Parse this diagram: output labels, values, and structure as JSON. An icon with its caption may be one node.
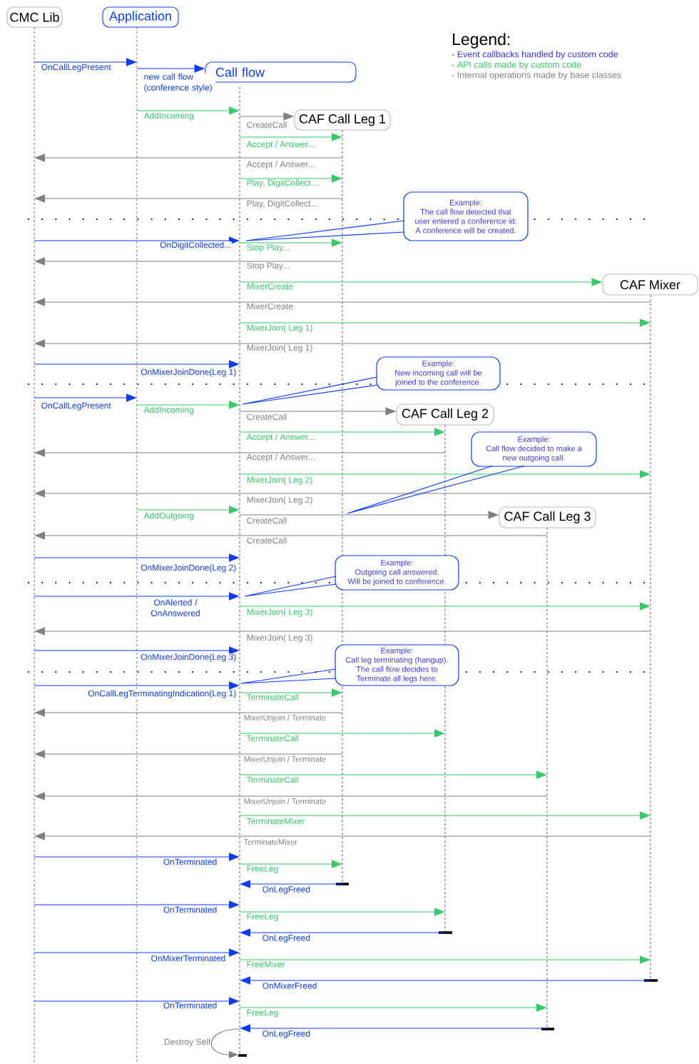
{
  "diagram": {
    "nodes": [
      {
        "text": [
          "CMC Lib"
        ]
      },
      {
        "text": [
          "Application"
        ]
      },
      {
        "text": [],
        "shape": "line"
      },
      {
        "text": [],
        "shape": "line"
      },
      {
        "text": [
          "Call flow"
        ]
      },
      {
        "text": [],
        "shape": "line"
      },
      {
        "text": [
          "CAF Call Leg 1"
        ]
      },
      {
        "text": [],
        "shape": "line"
      },
      {
        "text": [
          "Example:",
          "The call flow detected that user entered a conference id: A conference will be created."
        ]
      },
      {
        "text": [
          "CAF Mixer"
        ]
      },
      {
        "text": [],
        "shape": "line"
      },
      {
        "text": [
          "Example:",
          "New incoming call will be joined to the conference."
        ]
      },
      {
        "text": [
          "CAF Call Leg 2"
        ]
      },
      {
        "text": [],
        "shape": "line"
      },
      {
        "text": [
          "Example:",
          "Call flow decided to make a new outgoing call."
        ]
      },
      {
        "text": [
          "CAF Call Leg 3"
        ]
      },
      {
        "text": [],
        "shape": "line"
      },
      {
        "text": [
          "Example:",
          "Outgoing call answered. Will be joined to conference."
        ]
      },
      {
        "text": [
          "Example:",
          "Call leg terminating (hangup). The call flow decides to Terminate all legs here."
        ]
      }
    ],
    "edges": [
      {
        "from": 2,
        "to": 3,
        "arrow": "to",
        "label": "OnCallLegPresent"
      },
      {
        "from": 3,
        "to": 4,
        "arrow": "to",
        "label": "new call flow (conference style)"
      },
      {
        "from": 3,
        "to": 5,
        "arrow": "to",
        "label": "AddIncoming",
        "color": "#33cc66"
      },
      {
        "from": 5,
        "to": 6,
        "arrow": "to",
        "label": "CreateCall",
        "color": "#808080"
      },
      {
        "from": 5,
        "to": 7,
        "arrow": "to",
        "label": "Accept / Answer...",
        "color": "#33cc66"
      },
      {
        "from": 7,
        "to": 2,
        "arrow": "to",
        "label": "Accept / Answer...",
        "color": "#808080"
      },
      {
        "from": 5,
        "to": 7,
        "arrow": "to",
        "label": "Play, DigitCollect ...",
        "color": "#33cc66"
      },
      {
        "from": 7,
        "to": 2,
        "arrow": "to",
        "label": "Play, DigitCollect...",
        "color": "#808080"
      },
      {
        "from": 2,
        "to": 5,
        "arrow": "to",
        "label": "OnDigitCollected..."
      },
      {
        "from": 5,
        "to": 7,
        "arrow": "to",
        "label": "Stop Play...",
        "color": "#33cc66"
      },
      {
        "from": 7,
        "to": 2,
        "arrow": "to",
        "label": "Stop Play...",
        "color": "#808080"
      },
      {
        "from": 5,
        "to": 9,
        "arrow": "to",
        "label": "MixerCreate",
        "color": "#33cc66"
      },
      {
        "from": 10,
        "to": 2,
        "arrow": "to",
        "label": "MixerCreate",
        "color": "#808080"
      },
      {
        "from": 5,
        "to": 10,
        "arrow": "to",
        "label": "MixerJoin( Leg 1)",
        "color": "#33cc66"
      },
      {
        "from": 10,
        "to": 2,
        "arrow": "to",
        "label": "MixerJoin( Leg 1)",
        "color": "#808080"
      },
      {
        "from": 2,
        "to": 5,
        "arrow": "to",
        "label": "OnMixerJoinDone(Leg 1)"
      },
      {
        "from": 2,
        "to": 3,
        "arrow": "to",
        "label": "OnCallLegPresent"
      },
      {
        "from": 3,
        "to": 5,
        "arrow": "to",
        "label": "AddIncoming",
        "color": "#33cc66"
      },
      {
        "from": 5,
        "to": 12,
        "arrow": "to",
        "label": "CreateCall",
        "color": "#808080"
      },
      {
        "from": 5,
        "to": 13,
        "arrow": "to",
        "label": "Accept / Answer...",
        "color": "#33cc66"
      },
      {
        "from": 13,
        "to": 2,
        "arrow": "to",
        "label": "Accept / Answer...",
        "color": "#808080"
      },
      {
        "from": 5,
        "to": 10,
        "arrow": "to",
        "label": "MixerJoin( Leg 2)",
        "color": "#33cc66"
      },
      {
        "from": 10,
        "to": 2,
        "arrow": "to",
        "label": "MixerJoin( Leg 2)",
        "color": "#808080"
      },
      {
        "from": 3,
        "to": 5,
        "arrow": "to",
        "label": "AddOutgoing",
        "color": "#33cc66"
      },
      {
        "from": 5,
        "to": 15,
        "arrow": "to",
        "label": "CreateCall",
        "color": "#808080"
      },
      {
        "from": 16,
        "to": 2,
        "arrow": "to",
        "label": "CreateCall",
        "color": "#808080"
      },
      {
        "from": 2,
        "to": 5,
        "arrow": "to",
        "label": "OnMixerJoinDone(Leg 2)"
      },
      {
        "from": 2,
        "to": 5,
        "arrow": "to",
        "label": "OnAlerted / OnAnswered"
      },
      {
        "from": 5,
        "to": 10,
        "arrow": "to",
        "label": "MixerJoin( Leg 3)",
        "color": "#33cc66"
      },
      {
        "from": 10,
        "to": 2,
        "arrow": "to",
        "label": "MixerJoin( Leg 3)",
        "color": "#808080"
      },
      {
        "from": 2,
        "to": 5,
        "arrow": "to",
        "label": "OnMixerJoinDone(Leg 3)"
      },
      {
        "from": 2,
        "to": 5,
        "arrow": "to",
        "label": "OnCallLegTerminatingIndication(Leg 1)"
      },
      {
        "from": 5,
        "to": 7,
        "arrow": "to",
        "label": "TerminateCall",
        "color": "#33cc66"
      },
      {
        "from": 7,
        "to": 2,
        "arrow": "to",
        "label": "MixerUnjoin / Terminate",
        "color": "#808080"
      },
      {
        "from": 5,
        "to": 13,
        "arrow": "to",
        "label": "TerminateCall",
        "color": "#33cc66"
      },
      {
        "from": 7,
        "to": 2,
        "arrow": "to",
        "label": "MixerUnjoin / Terminate",
        "color": "#808080"
      },
      {
        "from": 5,
        "to": 16,
        "arrow": "to",
        "label": "TerminateCall",
        "color": "#33cc66"
      },
      {
        "from": 16,
        "to": 2,
        "arrow": "to",
        "label": "MixerUnjoin / Terminate",
        "color": "#808080"
      },
      {
        "from": 5,
        "to": 10,
        "arrow": "to",
        "label": "TerminateMixer",
        "color": "#33cc66"
      },
      {
        "from": 10,
        "to": 2,
        "arrow": "to",
        "label": "TerminateMixer",
        "color": "#808080"
      },
      {
        "from": 2,
        "to": 5,
        "arrow": "to",
        "label": "OnTerminated"
      },
      {
        "from": 5,
        "to": 7,
        "arrow": "to",
        "label": "FreeLeg",
        "color": "#33cc66"
      },
      {
        "from": 7,
        "to": 5,
        "arrow": "to",
        "label": "OnLegFreed"
      },
      {
        "from": 2,
        "to": 5,
        "arrow": "to",
        "label": "OnTerminated"
      },
      {
        "from": 5,
        "to": 13,
        "arrow": "to",
        "label": "FreeLeg",
        "color": "#33cc66"
      },
      {
        "from": 13,
        "to": 5,
        "arrow": "to",
        "label": "OnLegFreed"
      },
      {
        "from": 2,
        "to": 5,
        "arrow": "to",
        "label": "OnMixerTerminated"
      },
      {
        "from": 5,
        "to": 10,
        "arrow": "to",
        "label": "FreeMixer",
        "color": "#33cc66"
      },
      {
        "from": 10,
        "to": 5,
        "arrow": "to",
        "label": "OnMixerFreed"
      },
      {
        "from": 2,
        "to": 5,
        "arrow": "to",
        "label": "OnTerminated"
      },
      {
        "from": 5,
        "to": 16,
        "arrow": "to",
        "label": "FreeLeg",
        "color": "#33cc66"
      },
      {
        "from": 16,
        "to": 5,
        "arrow": "to",
        "label": "OnLegFreed"
      },
      {
        "from": 5,
        "to": 5,
        "arrow": "to",
        "label": "Destroy Self",
        "color": "#808080"
      },
      {
        "from": 8,
        "to": null,
        "arrow": "none"
      },
      {
        "from": 11,
        "to": null,
        "arrow": "none"
      },
      {
        "from": 14,
        "to": null,
        "arrow": "none"
      },
      {
        "from": 17,
        "to": null,
        "arrow": "none"
      },
      {
        "from": 18,
        "to": null,
        "arrow": "none"
      }
    ],
    "labels": [
      "Legend:"
    ],
    "legend": [
      {
        "text": "- Event callbacks handled by custom code",
        "color": "#3333ff"
      },
      {
        "text": "- API calls made by custom code",
        "color": "#33cc66"
      },
      {
        "text": "- Internal operations made by base classes",
        "color": "#808080"
      }
    ]
  }
}
